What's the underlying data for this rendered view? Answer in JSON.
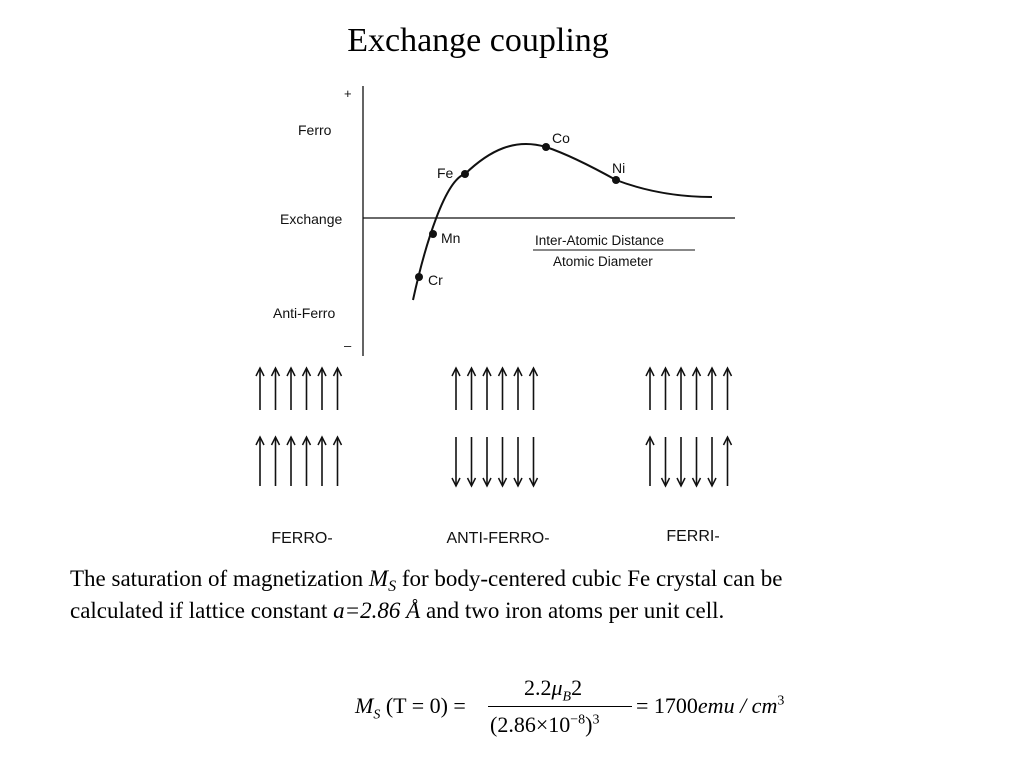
{
  "slide": {
    "title": "Exchange coupling"
  },
  "graph": {
    "y_plus": "+",
    "y_minus": "–",
    "y_labels": [
      "Ferro",
      "Exchange",
      "Anti-Ferro"
    ],
    "x_label_numerator": "Inter-Atomic Distance",
    "x_label_denominator": "Atomic Diameter",
    "points": [
      {
        "label": "Cr"
      },
      {
        "label": "Mn"
      },
      {
        "label": "Fe"
      },
      {
        "label": "Co"
      },
      {
        "label": "Ni"
      }
    ]
  },
  "arrangements": [
    {
      "label": "FERRO-",
      "top_row": [
        "up",
        "up",
        "up",
        "up",
        "up",
        "up"
      ],
      "bottom_row": [
        "up",
        "up",
        "up",
        "up",
        "up",
        "up"
      ]
    },
    {
      "label": "ANTI-FERRO-",
      "top_row": [
        "up",
        "up",
        "up",
        "up",
        "up",
        "up"
      ],
      "bottom_row": [
        "down",
        "down",
        "down",
        "down",
        "down",
        "down"
      ]
    },
    {
      "label": "FERRI-",
      "top_row": [
        "up",
        "up",
        "up",
        "up",
        "up",
        "up"
      ],
      "bottom_row": [
        "up",
        "down",
        "down",
        "down",
        "down",
        "up"
      ]
    }
  ],
  "paragraph": {
    "line1_a": "The saturation of magnetization ",
    "line1_sym": "M",
    "line1_sub": "S",
    "line1_b": " for body-centered cubic Fe crystal can be",
    "line2_a": "calculated if lattice constant ",
    "line2_val": "a=2.86 Å",
    "line2_b": " and two iron atoms per unit cell."
  },
  "equation": {
    "lhs_sym": "M",
    "lhs_sub": "S",
    "lhs_arg": "(T = 0) =",
    "num_a": "2.2",
    "num_mu": "μ",
    "num_mu_sub": "B",
    "num_b": "2",
    "den": "(2.86×10",
    "den_exp": "−8",
    "den_close": ")",
    "den_pow": "3",
    "rhs_a": "= 1700",
    "rhs_unit": "emu / cm",
    "rhs_pow": "3"
  }
}
